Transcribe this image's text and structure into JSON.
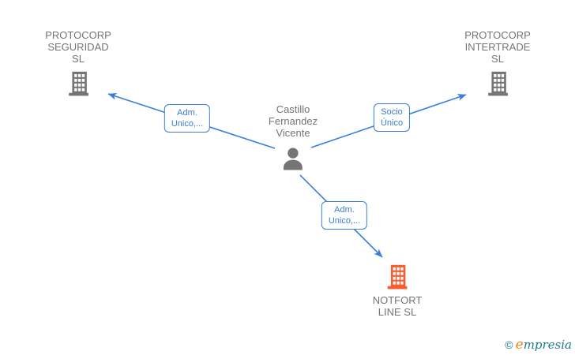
{
  "diagram": {
    "nodes": [
      {
        "id": "protocorp-seguridad-sl",
        "type": "company",
        "icon": "building-icon",
        "color_role": "gray",
        "name_lines": [
          "PROTOCORP",
          "SEGURIDAD",
          "SL"
        ]
      },
      {
        "id": "protocorp-intertrade-sl",
        "type": "company",
        "icon": "building-icon",
        "color_role": "gray",
        "name_lines": [
          "PROTOCORP",
          "INTERTRADE",
          "SL"
        ]
      },
      {
        "id": "castillo-fernandez-vicente",
        "type": "person",
        "icon": "person-icon",
        "color_role": "gray",
        "name_lines": [
          "Castillo",
          "Fernandez",
          "Vicente"
        ]
      },
      {
        "id": "notfort-line-sl",
        "type": "company",
        "icon": "building-icon",
        "color_role": "orange",
        "name_lines": [
          "NOTFORT",
          "LINE SL"
        ]
      }
    ],
    "edges": [
      {
        "from": "castillo-fernandez-vicente",
        "to": "protocorp-seguridad-sl",
        "label_lines": [
          "Adm.",
          "Unico,..."
        ]
      },
      {
        "from": "castillo-fernandez-vicente",
        "to": "protocorp-intertrade-sl",
        "label_lines": [
          "Socio",
          "Único"
        ]
      },
      {
        "from": "castillo-fernandez-vicente",
        "to": "notfort-line-sl",
        "label_lines": [
          "Adm.",
          "Unico,..."
        ]
      }
    ],
    "colors": {
      "edge_blue": "#3b7dd8",
      "node_gray": "#757575",
      "text_gray": "#747474",
      "company_highlight_orange": "#fb5d2e",
      "label_bg": "#ffffff",
      "brand_teal": "#1b7a8e",
      "brand_orange": "#ef7f1a"
    }
  },
  "footer": {
    "copyright_symbol": "©",
    "brand_initial": "e",
    "brand_rest": "mpresia"
  }
}
